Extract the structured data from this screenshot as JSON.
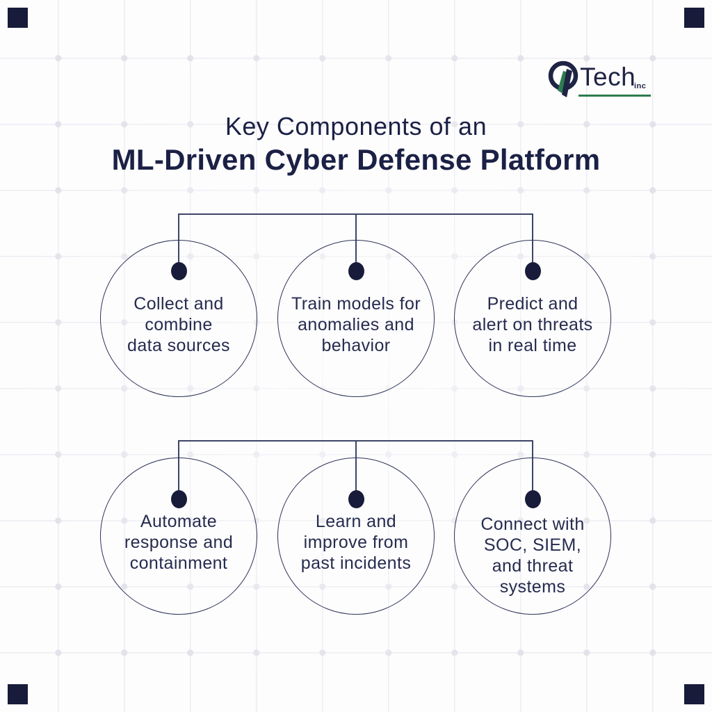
{
  "brand": {
    "name": "Tech",
    "suffix": "inc",
    "icon": "q-logo"
  },
  "title": {
    "line1": "Key Components of an",
    "line2": "ML-Driven Cyber Defense Platform"
  },
  "rows": [
    {
      "items": [
        {
          "lines": [
            "Collect and",
            "combine",
            "data sources"
          ]
        },
        {
          "lines": [
            "Train models for",
            "anomalies and",
            "behavior"
          ]
        },
        {
          "lines": [
            "Predict and",
            "alert on threats",
            "in real time"
          ]
        }
      ]
    },
    {
      "items": [
        {
          "lines": [
            "Automate",
            "response and",
            "containment"
          ]
        },
        {
          "lines": [
            "Learn and",
            "improve from",
            "past incidents"
          ]
        },
        {
          "lines": [
            "Connect with",
            "SOC, SIEM,",
            "and threat",
            "systems"
          ]
        }
      ]
    }
  ],
  "colors": {
    "navy": "#1b2045",
    "dot_navy": "#181c3a",
    "circle_stroke": "#2d3357",
    "connector": "#3d4566",
    "brand_green": "#2c7d4e",
    "grid_line": "#ececf2",
    "background": "#fdfdfe"
  }
}
